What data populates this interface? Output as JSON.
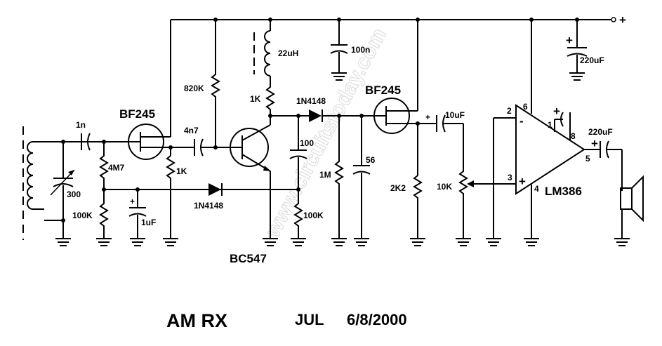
{
  "title": "AM RX",
  "date_month": "JUL",
  "date": "6/8/2000",
  "watermark": "www.circuitstoday.com",
  "supply_label": "+",
  "components": {
    "fet1": "BF245",
    "fet2": "BF245",
    "transistor": "BC547",
    "amp": "LM386",
    "c_1n": "1n",
    "c_4n7": "4n7",
    "c_100n": "100n",
    "c_220uF_supply": "220uF",
    "c_220uF_out": "220uF",
    "c_10uF": "10uF",
    "c_100": "100",
    "c_56": "56",
    "c_1uF": "1uF",
    "c_300": "300",
    "r_4M7": "4M7",
    "r_100K_left": "100K",
    "r_1K_src": "1K",
    "r_820K": "820K",
    "r_1K_col": "1K",
    "r_100K_emit": "100K",
    "r_1M": "1M",
    "r_2K2": "2K2",
    "pot_10K": "10K",
    "l_22uH": "22uH",
    "d1": "1N4148",
    "d2": "1N4148"
  },
  "pins": {
    "p2": "2",
    "p6": "6",
    "p1": "1",
    "p8": "8",
    "p3": "3",
    "p4": "4",
    "p5": "5",
    "minus": "-",
    "plus": "+",
    "plus_220": "+",
    "plus_10": "+",
    "plus_1": "+",
    "plus_out": "+"
  }
}
